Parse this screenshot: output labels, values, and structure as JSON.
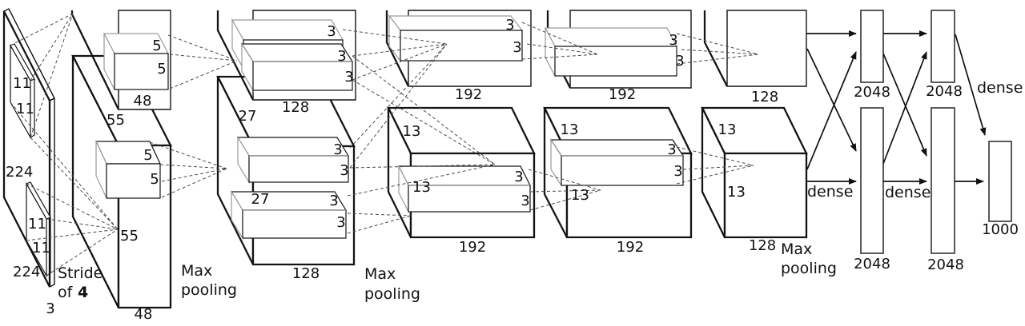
{
  "colors": {
    "stroke": "#141414",
    "background": "#ffffff",
    "muted_edge": "#9a9a9a"
  },
  "layers": {
    "input": {
      "height": "224",
      "width": "224",
      "depth": "3",
      "filter_size": "11",
      "stride_label": {
        "line1": "Stride",
        "line2_prefix": "of",
        "line2_value": "4"
      }
    },
    "conv1": {
      "size": "55",
      "depth": "48",
      "filter_size": "5",
      "pool_label": {
        "line1": "Max",
        "line2": "pooling"
      }
    },
    "conv2": {
      "size": "27",
      "depth": "128",
      "filter_size": "3",
      "pool_label": {
        "line1": "Max",
        "line2": "pooling"
      }
    },
    "conv3": {
      "size": "13",
      "depth": "192",
      "filter_size": "3"
    },
    "conv4": {
      "size": "13",
      "depth": "192",
      "filter_size": "3"
    },
    "conv5": {
      "size": "13",
      "depth": "128",
      "pool_label": {
        "line1": "Max",
        "line2": "pooling"
      }
    },
    "fc6": {
      "units": "2048",
      "edge_label": "dense"
    },
    "fc7": {
      "units": "2048",
      "edge_label": "dense"
    },
    "fc8": {
      "units": "1000",
      "edge_label": "dense"
    }
  }
}
